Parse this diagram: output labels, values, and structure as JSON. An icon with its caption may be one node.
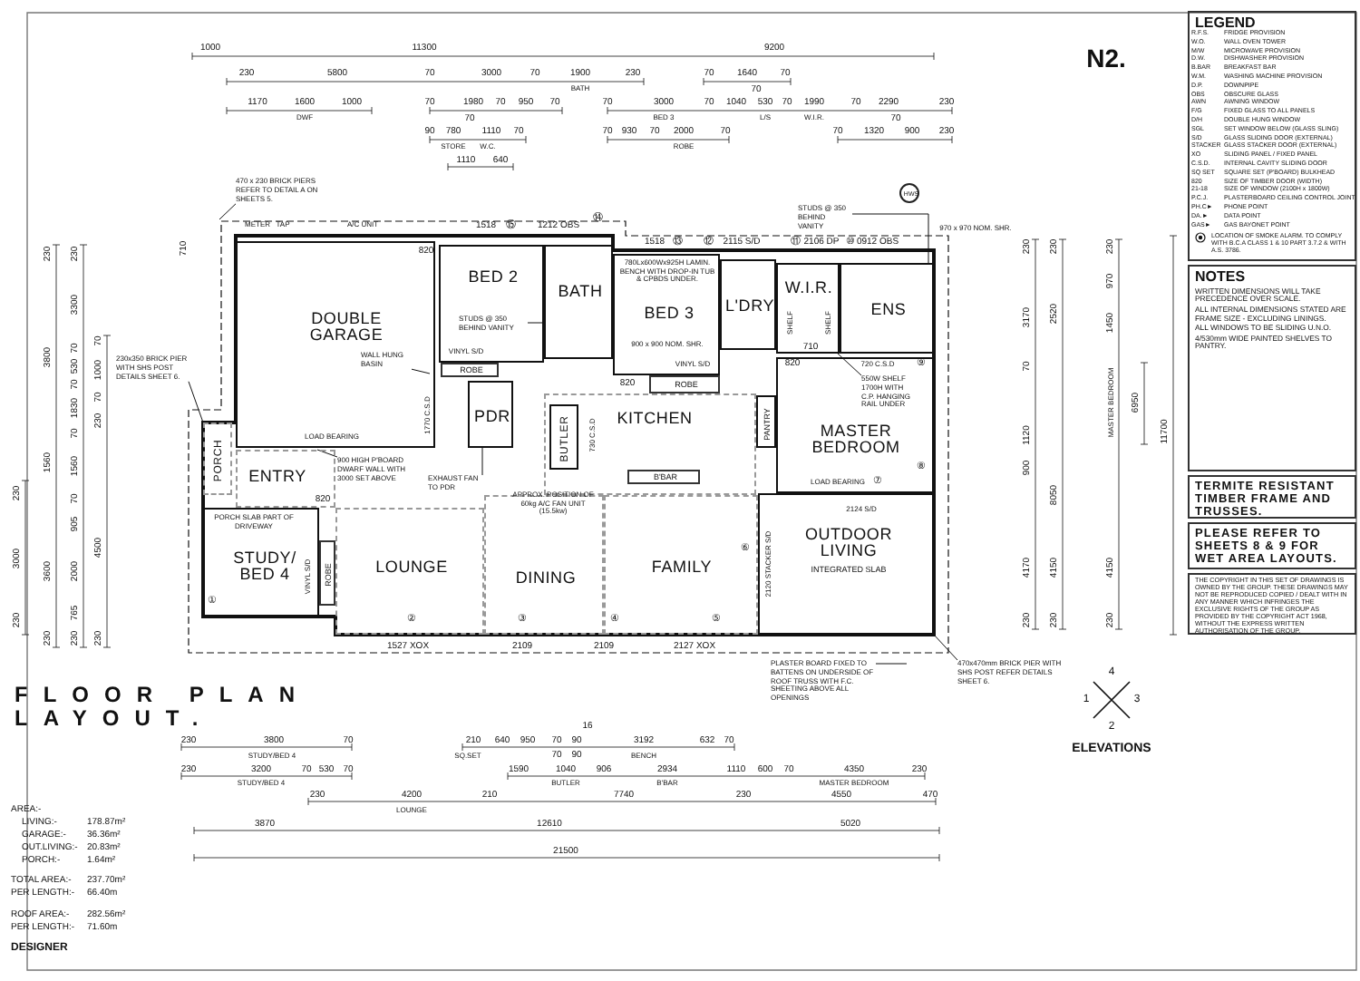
{
  "diagram": {
    "title": "FLOOR PLAN LAYOUT.",
    "nodes": [
      {
        "text": [
          "DOUBLE GARAGE"
        ]
      },
      {
        "text": [
          "BED 2"
        ]
      },
      {
        "text": [
          "BATH"
        ]
      },
      {
        "text": [
          "BED 3"
        ]
      },
      {
        "text": [
          "L'DRY"
        ]
      },
      {
        "text": [
          "W.I.R."
        ]
      },
      {
        "text": [
          "ENS"
        ]
      },
      {
        "text": [
          "MASTER BEDROOM"
        ]
      },
      {
        "text": [
          "PDR"
        ]
      },
      {
        "text": [
          "KITCHEN"
        ]
      },
      {
        "text": [
          "BUTLER"
        ],
        "in": 9
      },
      {
        "text": [
          "PANTRY"
        ]
      },
      {
        "text": [
          "ENTRY"
        ]
      },
      {
        "text": [
          "PORCH"
        ]
      },
      {
        "text": [
          "STUDY/ BED 4"
        ]
      },
      {
        "text": [
          "LOUNGE"
        ]
      },
      {
        "text": [
          "DINING"
        ]
      },
      {
        "text": [
          "FAMILY"
        ]
      },
      {
        "text": [
          "OUTDOOR LIVING",
          "INTEGRATED SLAB"
        ]
      },
      {
        "text": [
          "ROBE"
        ]
      },
      {
        "text": [
          "ROBE"
        ]
      },
      {
        "text": [
          "ROBE"
        ]
      },
      {
        "text": [
          "LEGEND"
        ]
      },
      {
        "text": [
          "NOTES",
          "WRITTEN DIMENSIONS WILL TAKE PRECEDENCE OVER SCALE.",
          "ALL INTERNAL DIMENSIONS STATED ARE FRAME SIZE - EXCLUDING LININGS.",
          "ALL WINDOWS TO BE SLIDING U.N.O.",
          "4/530mm WIDE PAINTED SHELVES TO PANTRY."
        ]
      },
      {
        "text": [
          "TERMITE RESISTANT TIMBER FRAME AND TRUSSES."
        ]
      },
      {
        "text": [
          "PLEASE REFER TO SHEETS 8 & 9 FOR WET AREA LAYOUTS."
        ]
      },
      {
        "text": [
          "THE COPYRIGHT IN THIS SET OF DRAWINGS IS OWNED BY THE GROUP. THESE DRAWINGS MAY NOT BE REPRODUCED COPIED / DEALT WITH IN ANY MANNER WHICH INFRINGES THE EXCLUSIVE RIGHTS OF THE GROUP AS PROVIDED BY THE COPYRIGHT ACT 1968, WITHOUT THE EXPRESS WRITTEN AUTHORISATION OF THE GROUP."
        ]
      },
      {
        "text": [
          "470 x 230 BRICK PIERS REFER TO DETAIL A ON SHEETS 5."
        ]
      },
      {
        "text": [
          "230x350 BRICK PIER WITH SHS POST DETAILS SHEET 6."
        ]
      },
      {
        "text": [
          "PLASTER BOARD FIXED TO BATTENS ON UNDERSIDE OF ROOF TRUSS WITH F.C. SHEETING ABOVE ALL OPENINGS"
        ]
      },
      {
        "text": [
          "470x470mm BRICK PIER WITH SHS POST REFER DETAILS SHEET 6."
        ]
      },
      {
        "text": [
          "550W SHELF 1700H WITH C.P. HANGING RAIL UNDER"
        ],
        "in": 7
      },
      {
        "text": [
          "STUDS @ 350 BEHIND VANITY"
        ]
      },
      {
        "text": [
          "STUDS @ 350 BEHIND VANITY"
        ],
        "in": 1
      },
      {
        "text": [
          "900 HIGH P'BOARD DWARF WALL WITH 3000 SET ABOVE"
        ]
      },
      {
        "text": [
          "EXHAUST FAN TO PDR"
        ]
      },
      {
        "text": [
          "WALL HUNG BASIN"
        ],
        "in": 0
      },
      {
        "text": [
          "HWS"
        ]
      },
      {
        "text": [
          "B'BAR"
        ],
        "in": 9
      }
    ],
    "edges": [
      {
        "from": 27,
        "to": null,
        "arrow": "none"
      },
      {
        "from": 28,
        "to": 13,
        "arrow": "none"
      },
      {
        "from": 29,
        "to": null,
        "arrow": "none"
      },
      {
        "from": 30,
        "to": 18,
        "arrow": "none"
      },
      {
        "from": 31,
        "to": 5,
        "arrow": "none"
      },
      {
        "from": 32,
        "to": 6,
        "arrow": "none"
      },
      {
        "from": 33,
        "to": 2,
        "arrow": "none"
      },
      {
        "from": 34,
        "to": 12,
        "arrow": "none"
      },
      {
        "from": 35,
        "to": 8,
        "arrow": "none"
      },
      {
        "from": 36,
        "to": null,
        "arrow": "none"
      }
    ],
    "labels": [
      "N2.",
      "1000",
      "11300",
      "9200",
      "230",
      "5800",
      "70",
      "3000",
      "70",
      "1900",
      "BATH",
      "230",
      "70",
      "1640",
      "70",
      "70",
      "1170",
      "1600",
      "1000",
      "DWF",
      "70",
      "1980",
      "70",
      "950",
      "70",
      "70",
      "70",
      "3000",
      "BED 3",
      "70",
      "1040",
      "530",
      "L/S",
      "70",
      "1990",
      "W.I.R.",
      "70",
      "2290",
      "230",
      "70",
      "90",
      "780",
      "1110",
      "70",
      "STORE",
      "W.C.",
      "70",
      "930",
      "70",
      "2000",
      "ROBE",
      "70",
      "70",
      "1320",
      "900",
      "230",
      "1110",
      "640",
      "METER",
      "TAP",
      "A/C UNIT",
      "1518",
      "⑮",
      "1212 OBS",
      "⑭",
      "820",
      "1518",
      "⑬",
      "⑫",
      "2115 S/D",
      "⑪",
      "2106 DP",
      "⑩",
      "0912 OBS",
      "970 x 970 NOM. SHR.",
      "VINYL S/D",
      "780Lx600Wx925H LAMIN. BENCH WITH DROP-IN TUB & CPBDS UNDER.",
      "900 x 900 NOM. SHR.",
      "VINYL S/D",
      "820",
      "1770 C.S.D",
      "LOAD BEARING",
      "730 C.S.D",
      "820",
      "PORCH SLAB PART OF DRIVEWAY",
      "VINYL S/D",
      "①",
      "②",
      "③",
      "④",
      "⑤",
      "⑥",
      "1527 XOX",
      "2109",
      "2109",
      "2127 XOX",
      "APPROX. POSITION OF 60kg A/C FAN UNIT (15.5kw)",
      "SHELF",
      "SHELF",
      "710",
      "820",
      "720 C.S.D",
      "⑨",
      "⑧",
      "LOAD BEARING",
      "⑦",
      "2124 S/D",
      "2120 STACKER S/D",
      "4",
      "1",
      "3",
      "2",
      "ELEVATIONS",
      "230",
      "3800",
      "70",
      "210",
      "640",
      "950",
      "70",
      "90",
      "16",
      "3192",
      "632",
      "70",
      "STUDY/BED 4",
      "SQ.SET",
      "70",
      "90",
      "BENCH",
      "230",
      "3200",
      "70",
      "530",
      "70",
      "1590",
      "1040",
      "906",
      "2934",
      "1110",
      "600",
      "70",
      "4350",
      "230",
      "STUDY/BED 4",
      "BUTLER",
      "B'BAR",
      "MASTER BEDROOM",
      "230",
      "4200",
      "210",
      "7740",
      "230",
      "4550",
      "470",
      "LOUNGE",
      "3870",
      "12610",
      "5020",
      "21500",
      "AREA:-",
      "LIVING:-",
      "178.87m²",
      "GARAGE:-",
      "36.36m²",
      "OUT.LIVING:-",
      "20.83m²",
      "PORCH:-",
      "1.64m²",
      "TOTAL AREA:-",
      "237.70m²",
      "PER LENGTH:-",
      "66.40m",
      "ROOF AREA:-",
      "282.56m²",
      "PER LENGTH:-",
      "71.60m",
      "DESIGNER",
      "230",
      "3000",
      "230",
      "230",
      "3800",
      "1560",
      "3600",
      "230",
      "230",
      "3300",
      "70",
      "530",
      "70",
      "1830",
      "70",
      "1560",
      "70",
      "905",
      "2000",
      "765",
      "230",
      "70",
      "1000",
      "70",
      "230",
      "4500",
      "230",
      "710",
      "230",
      "3170",
      "70",
      "1120",
      "900",
      "4170",
      "230",
      "230",
      "2520",
      "8050",
      "4150",
      "230",
      "230",
      "970",
      "1450",
      "MASTER BEDROOM",
      "4150",
      "230",
      "6950",
      "11700",
      "R.F.S.",
      "FRIDGE PROVISION",
      "W.O.",
      "WALL OVEN TOWER",
      "M/W",
      "MICROWAVE PROVISION",
      "D.W.",
      "DISHWASHER PROVISION",
      "B.BAR",
      "BREAKFAST BAR",
      "W.M.",
      "WASHING MACHINE PROVISION",
      "D.P.",
      "DOWNPIPE",
      "OBS",
      "OBSCURE GLASS",
      "AWN",
      "AWNING WINDOW",
      "F/G",
      "FIXED GLASS TO ALL PANELS",
      "D/H",
      "DOUBLE HUNG WINDOW",
      "SGL",
      "SET WINDOW BELOW (GLASS SLING)",
      "S/D",
      "GLASS SLIDING DOOR (EXTERNAL)",
      "STACKER",
      "GLASS STACKER DOOR (EXTERNAL)",
      "XO",
      "SLIDING PANEL / FIXED PANEL",
      "C.S.D.",
      "INTERNAL CAVITY SLIDING DOOR",
      "SQ SET",
      "SQUARE SET (P'BOARD) BULKHEAD",
      "820",
      "SIZE OF TIMBER DOOR (WIDTH)",
      "21-18",
      "SIZE OF WINDOW (2100H x 1800W)",
      "P.C.J.",
      "PLASTERBOARD CEILING CONTROL JOINT",
      "PH.C►",
      "PHONE POINT",
      "DA.►",
      "DATA POINT",
      "GAS►",
      "GAS BAYONET POINT",
      "LOCATION OF SMOKE ALARM. TO COMPLY WITH B.C.A CLASS 1 & 10 PART 3.7.2 & WITH A.S. 3786."
    ]
  }
}
